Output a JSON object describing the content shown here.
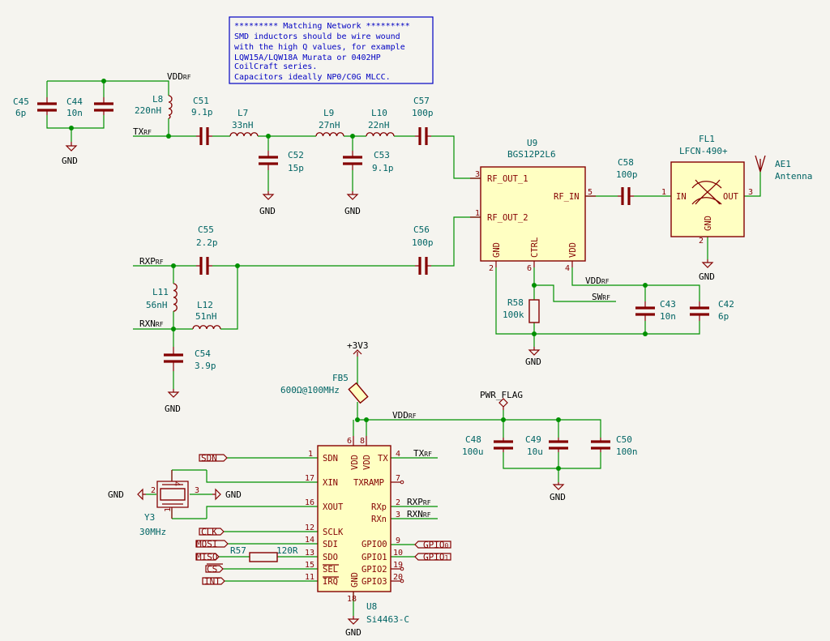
{
  "note": {
    "lines": [
      "********* Matching Network *********",
      "SMD inductors should be wire wound",
      "with the high Q values, for example",
      "LQW15A/LQW18A Murata or 0402HP",
      "CoilCraft series.",
      "Capacitors ideally NP0/C0G MLCC."
    ]
  },
  "parts": {
    "C45": {
      "ref": "C45",
      "value": "6p"
    },
    "C44": {
      "ref": "C44",
      "value": "10n"
    },
    "L8": {
      "ref": "L8",
      "value": "220nH"
    },
    "C51": {
      "ref": "C51",
      "value": "9.1p"
    },
    "L7": {
      "ref": "L7",
      "value": "33nH"
    },
    "L9": {
      "ref": "L9",
      "value": "27nH"
    },
    "L10": {
      "ref": "L10",
      "value": "22nH"
    },
    "C57": {
      "ref": "C57",
      "value": "100p"
    },
    "C52": {
      "ref": "C52",
      "value": "15p"
    },
    "C53": {
      "ref": "C53",
      "value": "9.1p"
    },
    "U9": {
      "ref": "U9",
      "value": "BGS12P2L6"
    },
    "C58": {
      "ref": "C58",
      "value": "100p"
    },
    "FL1": {
      "ref": "FL1",
      "value": "LFCN-490+"
    },
    "AE1": {
      "ref": "AE1",
      "value": "Antenna"
    },
    "C55": {
      "ref": "C55",
      "value": "2.2p"
    },
    "C56": {
      "ref": "C56",
      "value": "100p"
    },
    "L11": {
      "ref": "L11",
      "value": "56nH"
    },
    "L12": {
      "ref": "L12",
      "value": "51nH"
    },
    "C54": {
      "ref": "C54",
      "value": "3.9p"
    },
    "R58": {
      "ref": "R58",
      "value": "100k"
    },
    "C43": {
      "ref": "C43",
      "value": "10n"
    },
    "C42": {
      "ref": "C42",
      "value": "6p"
    },
    "FB5": {
      "ref": "FB5",
      "value": "600Ω@100MHz"
    },
    "C48": {
      "ref": "C48",
      "value": "100u"
    },
    "C49": {
      "ref": "C49",
      "value": "10u"
    },
    "C50": {
      "ref": "C50",
      "value": "100n"
    },
    "Y3": {
      "ref": "Y3",
      "value": "30MHz"
    },
    "R57": {
      "ref": "R57",
      "value": "120R"
    },
    "U8": {
      "ref": "U8",
      "value": "Si4463-C"
    }
  },
  "nets": {
    "vdd_rf": "VDD",
    "vdd_rf_sub": "RF",
    "tx_rf": "TX",
    "rxp_rf": "RXP",
    "rxn_rf": "RXN",
    "rxp_pin": "RXP",
    "rxn_pin": "RXN",
    "sw_rf": "SW",
    "rf_sub": "RF",
    "gnd": "GND",
    "plus3v3": "+3V3",
    "pwr_flag": "PWR_FLAG"
  },
  "global_labels": {
    "sdn": "SDN",
    "clk": "CLK",
    "mosi": "MOSI",
    "miso": "MISO",
    "cs": "CS",
    "int": "INT",
    "gpio0": "GPIO",
    "gpio0_sub": "0",
    "gpio1": "GPIO",
    "gpio1_sub": "1"
  },
  "u9_pins": {
    "rf_out_1": "RF_OUT_1",
    "rf_out_2": "RF_OUT_2",
    "rf_in": "RF_IN",
    "gnd": "GND",
    "ctrl": "CTRL",
    "vdd": "VDD",
    "n3": "3",
    "n1": "1",
    "n5": "5",
    "n2": "2",
    "n6": "6",
    "n4": "4"
  },
  "fl1_pins": {
    "in": "IN",
    "out": "OUT",
    "gnd": "GND",
    "n1": "1",
    "n3": "3",
    "n2": "2"
  },
  "u8_pins": {
    "sdn": "SDN",
    "xin": "XIN",
    "xout": "XOUT",
    "sclk": "SCLK",
    "sdi": "SDI",
    "sdo": "SDO",
    "sel": "SEL",
    "irq": "IRQ",
    "vdd": "VDD",
    "tx": "TX",
    "txramp": "TXRAMP",
    "rxp": "RXp",
    "rxn": "RXn",
    "gpio0": "GPIO0",
    "gpio1": "GPIO1",
    "gpio2": "GPIO2",
    "gpio3": "GPIO3",
    "gnd": "GND",
    "n1": "1",
    "n17": "17",
    "n16": "16",
    "n12": "12",
    "n14": "14",
    "n13": "13",
    "n15": "15",
    "n11": "11",
    "n6": "6",
    "n8": "8",
    "n4": "4",
    "n7": "7",
    "n2": "2",
    "n3": "3",
    "n9": "9",
    "n10": "10",
    "n19": "19",
    "n20": "20",
    "n18": "18"
  },
  "y3_pins": {
    "n1": "1",
    "n2": "2",
    "n3": "3",
    "n4": "4"
  },
  "colors": {
    "background": "#f5f4ef",
    "wire": "#009000",
    "symbol": "#840000",
    "symbol_fill": "#ffffc2",
    "reference": "#006464",
    "note": "#0000c2"
  }
}
